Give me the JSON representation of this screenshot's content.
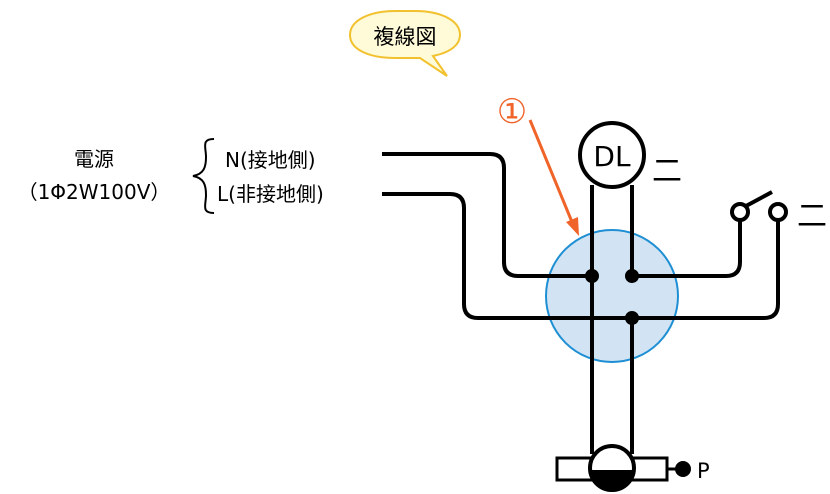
{
  "title_bubble": "複線図",
  "power_source": {
    "label": "電源",
    "spec": "（1Φ2W100V）"
  },
  "lines": {
    "neutral": "N(接地側)",
    "live": "L(非接地側)"
  },
  "marker": "①",
  "downlight": {
    "label": "DL",
    "symbol": "二"
  },
  "switch": {
    "symbol": "二"
  },
  "outlet": {
    "label": "P"
  },
  "colors": {
    "wire": "#000000",
    "junction_fill": "#d2e4f4",
    "junction_stroke": "#1f8fd4",
    "marker": "#f0642a",
    "bubble_fill": "#fffbd9",
    "bubble_stroke": "#f2c12e"
  }
}
